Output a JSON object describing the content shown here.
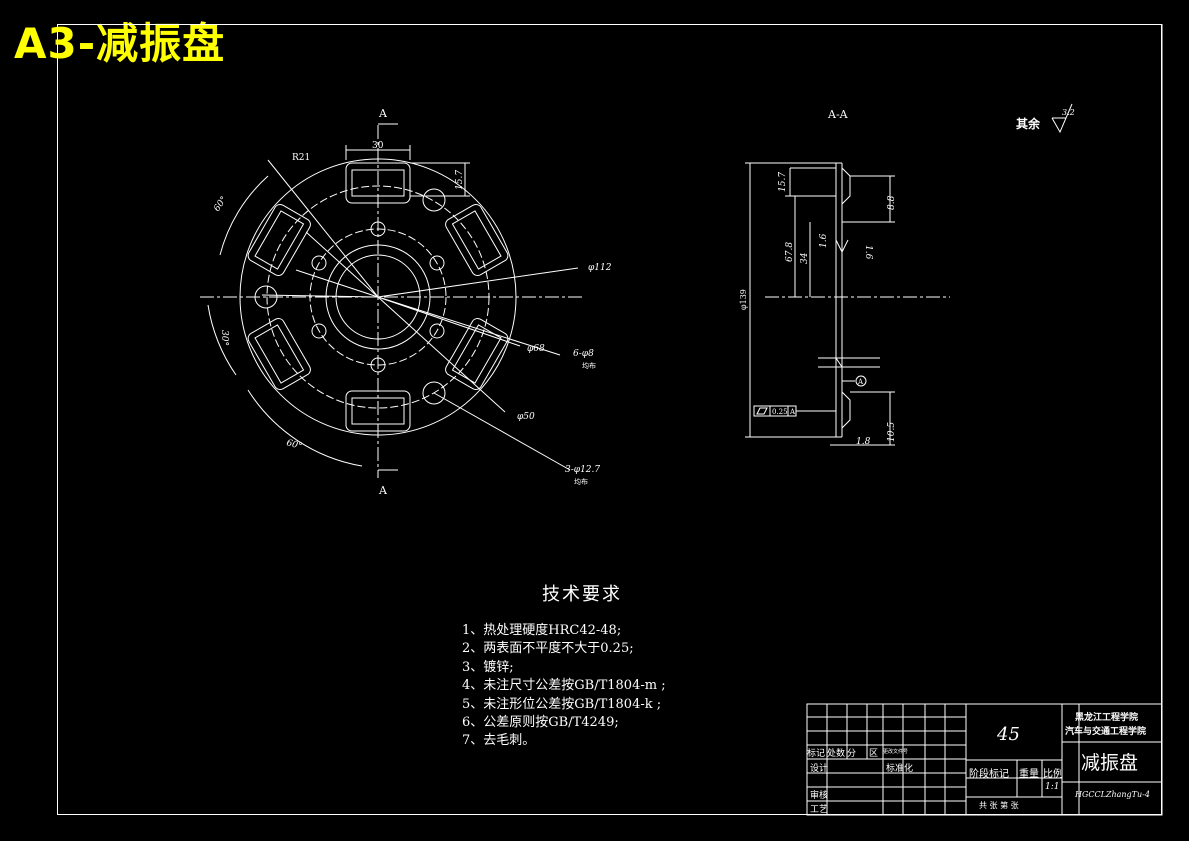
{
  "title": "A3-减振盘",
  "views": {
    "section_marker": "A",
    "section_title": "A-A",
    "roughness_label": "其余",
    "roughness_value": "3.2"
  },
  "front_view_dims": {
    "width_30": "30",
    "r21": "R21",
    "h15_7": "15.7",
    "angle60_a": "60°",
    "angle30": "30°",
    "angle60_b": "60°",
    "d112": "φ112",
    "d68": "φ68",
    "d50": "φ50",
    "holes6": "6-φ8",
    "holes6_note": "均布",
    "holes3": "3-φ12.7",
    "holes3_note": "均布"
  },
  "section_dims": {
    "h15_7": "15.7",
    "d139": "φ139",
    "h67_8": "67.8",
    "h34": "34",
    "t1_6a": "1.6",
    "t1_6b": "1.6",
    "h8_8": "8.8",
    "h10_5": "10.5",
    "t1_8": "1.8",
    "flatness": "0.25",
    "datum": "A"
  },
  "tech": {
    "heading": "技术要求",
    "items": [
      "1、热处理硬度HRC42-48;",
      "2、两表面不平度不大于0.25;",
      "3、镀锌;",
      "4、未注尺寸公差按GB/T1804-m ;",
      "5、未注形位公差按GB/T1804-k ;",
      "6、公差原则按GB/T4249;",
      "7、去毛刺。"
    ]
  },
  "title_block": {
    "material": "45",
    "school_line1": "黑龙江工程学院",
    "school_line2": "汽车与交通工程学院",
    "part_name": "减振盘",
    "drawing_no": "HGCCLZhangTu-4",
    "scale": "1:1",
    "col_marker": "标记",
    "col_count": "处数",
    "col_zone": "分",
    "col_change": "区",
    "col_file": "更改文件号",
    "design": "设计",
    "standard": "标准化",
    "stage_mark": "阶段标记",
    "weight": "重量",
    "ratio": "比例",
    "review": "审核",
    "process": "工艺",
    "sheets": "共 张 第 张"
  }
}
